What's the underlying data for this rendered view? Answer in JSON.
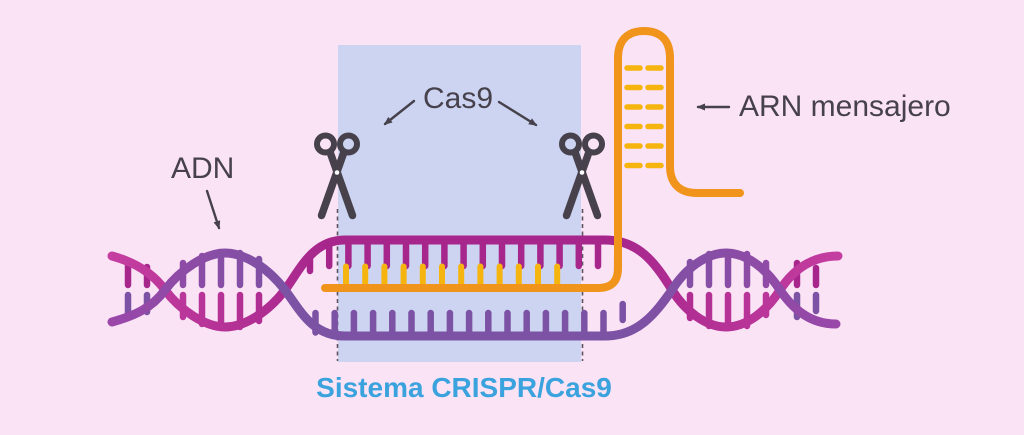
{
  "diagram": {
    "labels": {
      "dna": "ADN",
      "cas9": "Cas9",
      "mrna": "ARN mensajero",
      "caption": "Sistema CRISPR/Cas9"
    },
    "colors": {
      "background": "#fbe3f6",
      "highlight_box": "#ccd4f2",
      "caption_text": "#3aa2dd",
      "label_text": "#46414b",
      "dna_magenta": "#a6268c",
      "dna_purple": "#7b52a4",
      "dna_pink": "#c53ea1",
      "dna_violet": "#9a47a8",
      "rna_orange": "#f0941c",
      "rna_yellow": "#f6b40e",
      "scissors": "#46414b",
      "dashed_line": "#5a5560"
    }
  }
}
